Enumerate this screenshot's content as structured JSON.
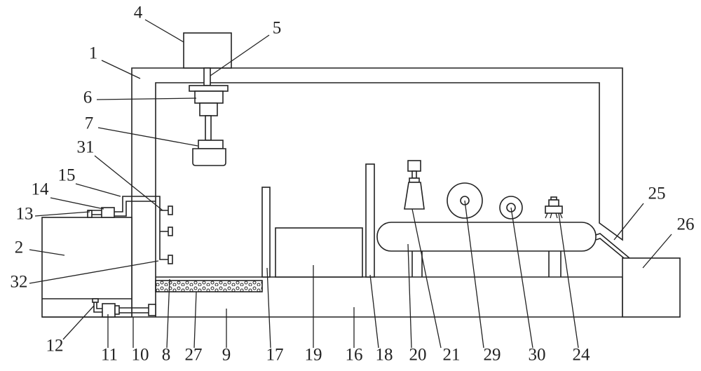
{
  "labels": {
    "1": "1",
    "2": "2",
    "4": "4",
    "5": "5",
    "6": "6",
    "7": "7",
    "8": "8",
    "9": "9",
    "10": "10",
    "11": "11",
    "12": "12",
    "13": "13",
    "14": "14",
    "15": "15",
    "16": "16",
    "17": "17",
    "18": "18",
    "19": "19",
    "20": "20",
    "21": "21",
    "24": "24",
    "25": "25",
    "26": "26",
    "27": "27",
    "29": "29",
    "30": "30",
    "31": "31",
    "32": "32"
  }
}
